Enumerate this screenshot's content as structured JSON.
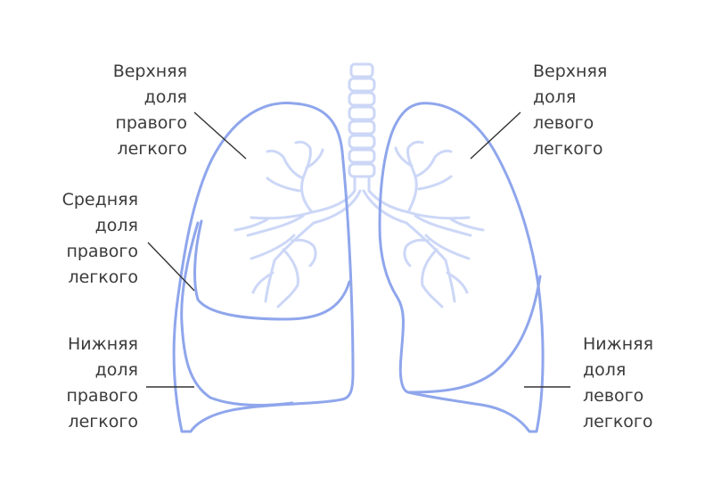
{
  "labels": {
    "right_upper": "Верхняя\nдоля\nправого\nлегкого",
    "right_middle": "Средняя\nдоля\nправого\nлегкого",
    "right_lower": "Нижняя\nдоля\nправого\nлегкого",
    "left_upper": "Верхняя\nдоля\nлевого\nлегкого",
    "left_lower": "Нижняя\nдоля\nлевого\nлегкого"
  },
  "colors": {
    "lung_outline": "#8fa6ec",
    "airway": "#ccd7f7",
    "leader_line": "#333333",
    "text": "#3b3b3b"
  }
}
